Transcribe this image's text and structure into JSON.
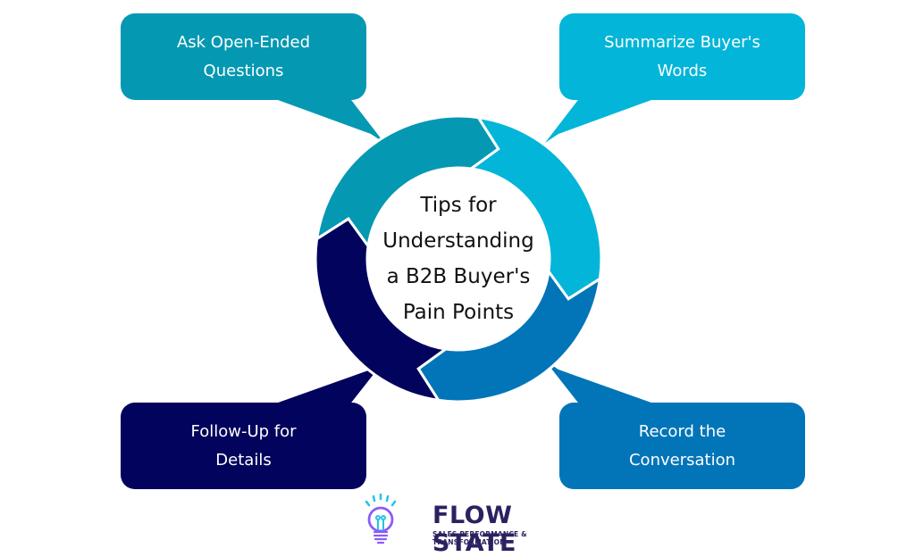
{
  "center": {
    "title": "Tips for\nUnderstanding\na B2B Buyer's\nPain Points"
  },
  "tips": [
    {
      "id": "top-left",
      "label": "Ask Open-Ended\nQuestions",
      "color": "#0598b2"
    },
    {
      "id": "top-right",
      "label": "Summarize Buyer's\nWords",
      "color": "#03b5d8"
    },
    {
      "id": "bottom-right",
      "label": "Record the\nConversation",
      "color": "#0275b8"
    },
    {
      "id": "bottom-left",
      "label": "Follow-Up for\nDetails",
      "color": "#02035c"
    }
  ],
  "logo": {
    "title": "FLOW STATE",
    "subtitle": "SALES PERFORMANCE & TRANSFORMATION",
    "icon": "lightbulb-icon",
    "primary_color": "#2a2260",
    "accent_color": "#8b5cf6",
    "ray_color": "#22c5e8"
  }
}
